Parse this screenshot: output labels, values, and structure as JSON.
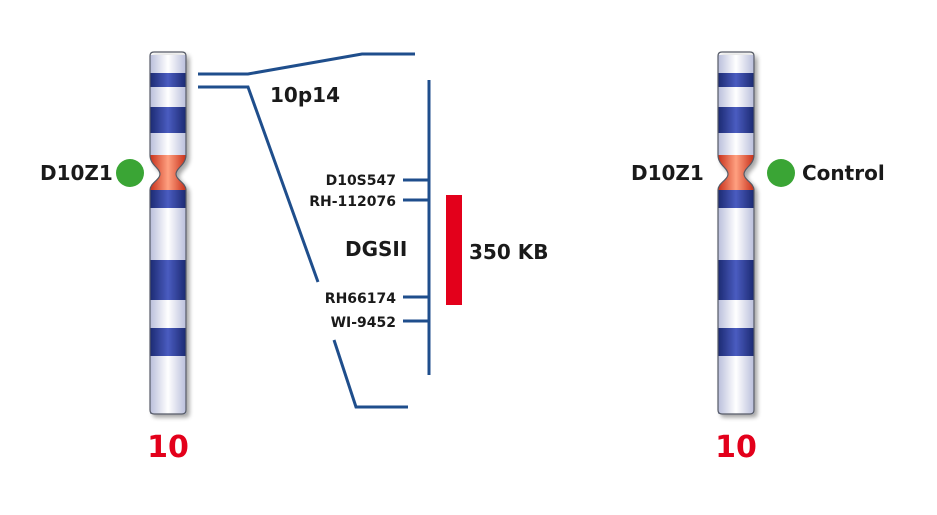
{
  "left_chromosome": {
    "number": "10",
    "centromere_probe": "D10Z1"
  },
  "right_chromosome": {
    "number": "10",
    "centromere_probe": "D10Z1",
    "probe_label": "Control"
  },
  "band_label": "10p14",
  "markers": [
    "D10S547",
    "RH-112076",
    "RH66174",
    "WI-9452"
  ],
  "region": {
    "gene_label": "DGSII",
    "size_label": "350 KB"
  },
  "colors": {
    "band_dark": "#2b3a8f",
    "band_light": "#e6e8f5",
    "centromere": "#e8502a",
    "probe_dot": "#3aa535",
    "line": "#1f4e8c",
    "region_bar": "#e3001b",
    "chromosome_number": "#e3001b"
  }
}
